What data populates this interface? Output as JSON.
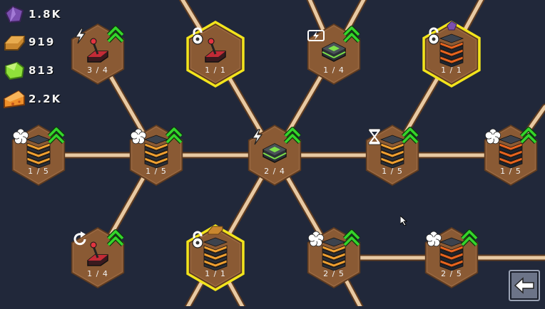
{
  "resources": [
    {
      "name": "purple-crystal",
      "value": "1.8K",
      "color": "#7b4fb0"
    },
    {
      "name": "gold-bar",
      "value": "919",
      "color": "#c9872e"
    },
    {
      "name": "green-slime",
      "value": "813",
      "color": "#8fe03a"
    },
    {
      "name": "cheese",
      "value": "2.2K",
      "color": "#f0902a"
    }
  ],
  "nodes": [
    {
      "id": "n1",
      "label": "3 / 4",
      "icon": "lightning-icon",
      "item": "joystick",
      "highlight": false,
      "upgrade": true
    },
    {
      "id": "n2",
      "label": "1 / 1",
      "icon": "lock-icon",
      "item": "joystick",
      "highlight": true,
      "upgrade": false
    },
    {
      "id": "n3",
      "label": "1 / 4",
      "icon": "battery-charge-icon",
      "item": "green-block",
      "highlight": false,
      "upgrade": true
    },
    {
      "id": "n4",
      "label": "1 / 1",
      "icon": "lock-icon",
      "item": "orange-stack",
      "highlight": true,
      "upgrade": false,
      "cost": "purple-crystal"
    },
    {
      "id": "n5",
      "label": "1 / 5",
      "icon": "flower-icon",
      "item": "gold-stack",
      "highlight": false,
      "upgrade": true
    },
    {
      "id": "n6",
      "label": "1 / 5",
      "icon": "flower-icon",
      "item": "gold-stack",
      "highlight": false,
      "upgrade": true
    },
    {
      "id": "n7",
      "label": "2 / 4",
      "icon": "lightning-icon",
      "item": "green-block",
      "highlight": false,
      "upgrade": true
    },
    {
      "id": "n8",
      "label": "1 / 5",
      "icon": "hourglass-icon",
      "item": "gold-stack",
      "highlight": false,
      "upgrade": true
    },
    {
      "id": "n9",
      "label": "1 / 5",
      "icon": "flower-icon",
      "item": "orange-stack",
      "highlight": false,
      "upgrade": true
    },
    {
      "id": "n10",
      "label": "1 / 4",
      "icon": "refresh-icon",
      "item": "joystick",
      "highlight": false,
      "upgrade": true
    },
    {
      "id": "n11",
      "label": "1 / 1",
      "icon": "lock-icon",
      "item": "gold-stack",
      "highlight": true,
      "upgrade": false,
      "cost": "gold-bar"
    },
    {
      "id": "n12",
      "label": "2 / 5",
      "icon": "flower-icon",
      "item": "gold-stack",
      "highlight": false,
      "upgrade": true
    },
    {
      "id": "n13",
      "label": "2 / 5",
      "icon": "flower-icon",
      "item": "orange-stack",
      "highlight": false,
      "upgrade": true
    }
  ],
  "colors": {
    "background": "#21283a",
    "hex_fill": "#8a5a34",
    "hex_edge": "#5e3b20",
    "highlight": "#f2e41c",
    "connector": "#e8c9a2",
    "upgrade_arrow": "#34d52b"
  },
  "back_button": {
    "icon": "back-arrow-icon"
  }
}
